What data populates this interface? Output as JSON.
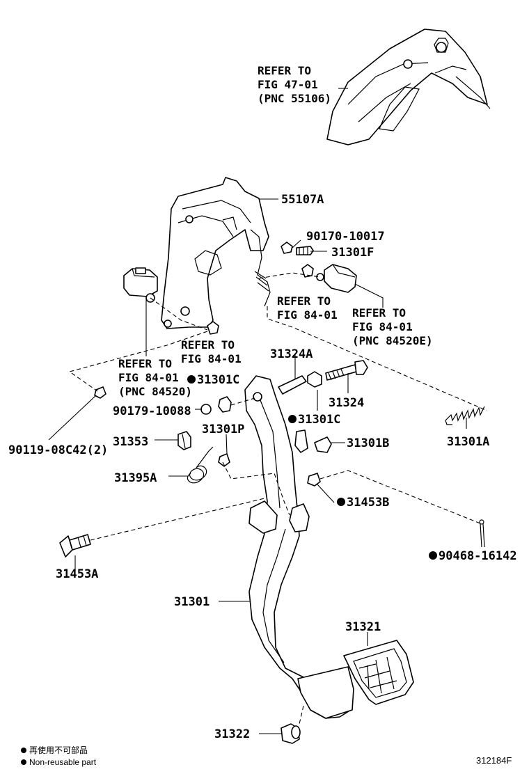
{
  "refs": {
    "ref_top": [
      "REFER TO",
      "FIG 47-01",
      "(PNC 55106)"
    ],
    "ref_mid": [
      "REFER TO",
      "FIG 84-01"
    ],
    "ref_right": [
      "REFER TO",
      "FIG 84-01",
      "(PNC 84520E)"
    ],
    "ref_lower": [
      "REFER TO",
      "FIG 84-01"
    ],
    "ref_left": [
      "REFER TO",
      "FIG 84-01",
      "(PNC 84520)"
    ]
  },
  "labels": {
    "p55107A": "55107A",
    "p90170": "90170-10017",
    "p31301F": "31301F",
    "p31324A": "31324A",
    "p31301C_a": "31301C",
    "p31324": "31324",
    "p31301C_b": "31301C",
    "p90179": "90179-10088",
    "p31301P": "31301P",
    "p31301B": "31301B",
    "p31301A": "31301A",
    "p31353": "31353",
    "p31395A": "31395A",
    "p31453B": "31453B",
    "p90119": "90119-08C42(2)",
    "p90468": "90468-16142",
    "p31453A": "31453A",
    "p31301": "31301",
    "p31321": "31321",
    "p31322": "31322"
  },
  "legend": {
    "jp": "再使用不可部品",
    "en": "Non-reusable part"
  },
  "figure_code": "312184F"
}
